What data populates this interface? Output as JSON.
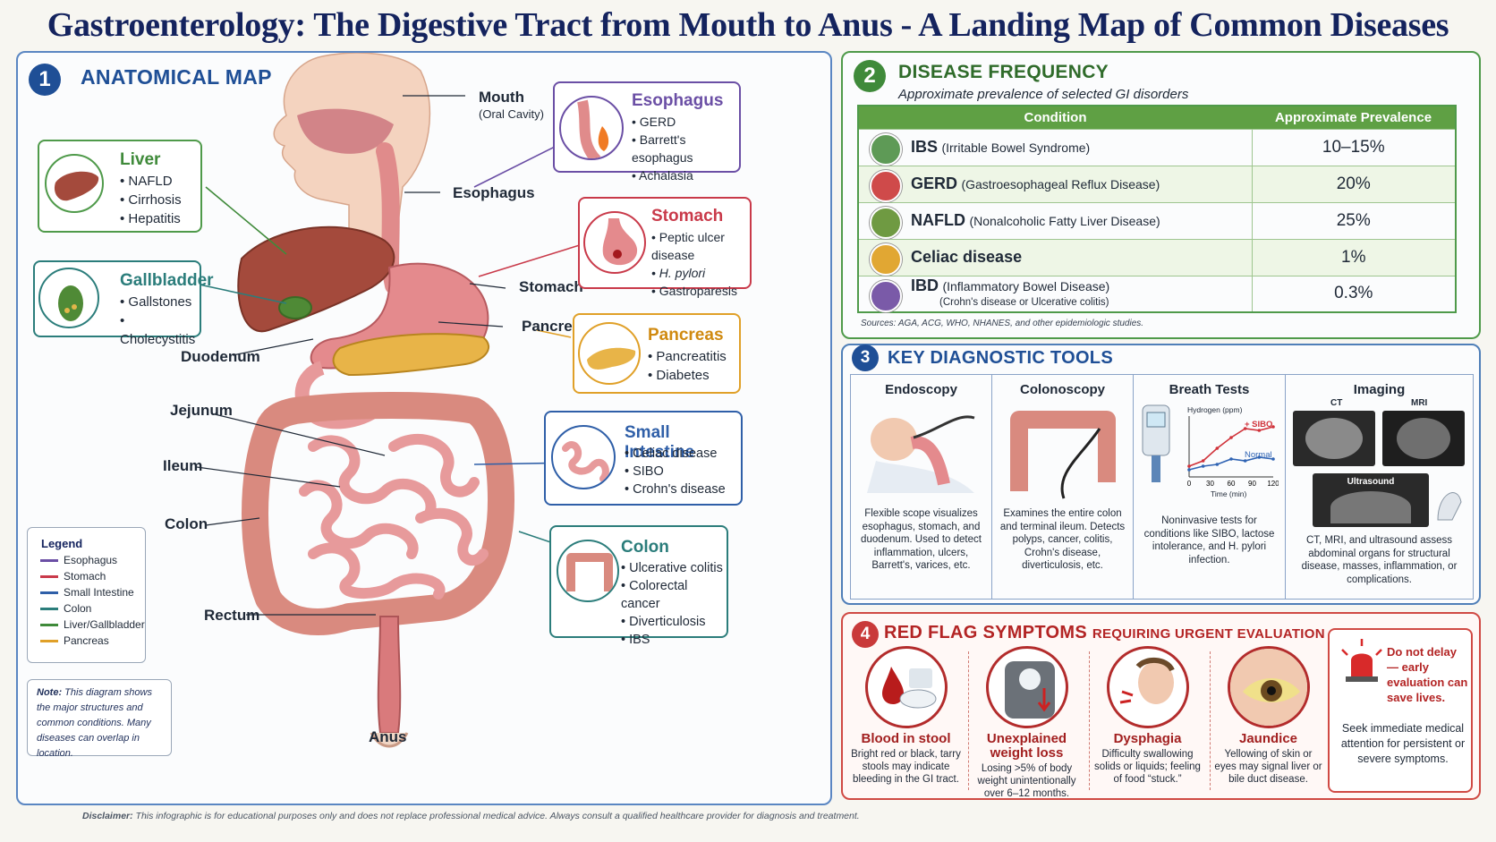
{
  "title": "Gastroenterology: The Digestive Tract from Mouth to Anus - A Landing Map of Common Diseases",
  "section1": {
    "number": "1",
    "title": "ANATOMICAL MAP",
    "labels": {
      "mouth": "Mouth",
      "mouth_sub": "(Oral Cavity)",
      "esophagus": "Esophagus",
      "stomach": "Stomach",
      "pancreas": "Pancreas",
      "duodenum": "Duodenum",
      "jejunum": "Jejunum",
      "ileum": "Ileum",
      "colon": "Colon",
      "rectum": "Rectum",
      "anus": "Anus"
    },
    "callouts": {
      "liver": {
        "name": "Liver",
        "items": [
          "NAFLD",
          "Cirrhosis",
          "Hepatitis"
        ]
      },
      "gallbladder": {
        "name": "Gallbladder",
        "items": [
          "Gallstones",
          "Cholecystitis"
        ]
      },
      "esophagus": {
        "name": "Esophagus",
        "items": [
          "GERD",
          "Barrett's esophagus",
          "Achalasia"
        ]
      },
      "stomach": {
        "name": "Stomach",
        "items": [
          "Peptic ulcer disease",
          "H. pylori",
          "Gastroparesis"
        ]
      },
      "pancreas": {
        "name": "Pancreas",
        "items": [
          "Pancreatitis",
          "Diabetes"
        ]
      },
      "small_intestine": {
        "name": "Small Intestine",
        "items": [
          "Celiac disease",
          "SIBO",
          "Crohn's disease"
        ]
      },
      "colon": {
        "name": "Colon",
        "items": [
          "Ulcerative colitis",
          "Colorectal cancer",
          "Diverticulosis",
          "IBS"
        ]
      }
    },
    "legend": {
      "title": "Legend",
      "items": [
        {
          "label": "Esophagus",
          "color": "#6b4fa5"
        },
        {
          "label": "Stomach",
          "color": "#c93a4a"
        },
        {
          "label": "Small Intestine",
          "color": "#2f5fa8"
        },
        {
          "label": "Colon",
          "color": "#2b7d7b"
        },
        {
          "label": "Liver/Gallbladder",
          "color": "#3f8a3a"
        },
        {
          "label": "Pancreas",
          "color": "#e0a028"
        }
      ]
    },
    "note_bold": "Note:",
    "note_text": " This diagram shows the major structures and common conditions. Many diseases can overlap in location."
  },
  "section2": {
    "number": "2",
    "title": "DISEASE FREQUENCY",
    "subtitle": "Approximate prevalence of selected GI disorders",
    "headers": [
      "Condition",
      "Approximate Prevalence"
    ],
    "rows": [
      {
        "abbr": "IBS",
        "full": "(Irritable Bowel Syndrome)",
        "extra": "",
        "prevalence": "10–15%",
        "icon": "intestine-icon",
        "icon_color": "#5e9a56"
      },
      {
        "abbr": "GERD",
        "full": "(Gastroesophageal Reflux Disease)",
        "extra": "",
        "prevalence": "20%",
        "icon": "stomach-icon",
        "icon_color": "#cf4a4a"
      },
      {
        "abbr": "NAFLD",
        "full": "(Nonalcoholic Fatty Liver Disease)",
        "extra": "",
        "prevalence": "25%",
        "icon": "liver-icon",
        "icon_color": "#6f9a42"
      },
      {
        "abbr": "Celiac disease",
        "full": "",
        "extra": "",
        "prevalence": "1%",
        "icon": "wheat-icon",
        "icon_color": "#e1a733"
      },
      {
        "abbr": "IBD",
        "full": "(Inflammatory Bowel Disease)",
        "extra": "(Crohn's disease or Ulcerative colitis)",
        "prevalence": "0.3%",
        "icon": "colon-icon",
        "icon_color": "#7a5aa8"
      }
    ],
    "sources": "Sources: AGA, ACG, WHO, NHANES, and other epidemiologic studies."
  },
  "section3": {
    "number": "3",
    "title": "KEY DIAGNOSTIC TOOLS",
    "tools": [
      {
        "name": "Endoscopy",
        "desc": "Flexible scope visualizes esophagus, stomach, and duodenum. Used to detect inflammation, ulcers, Barrett's, varices, etc."
      },
      {
        "name": "Colonoscopy",
        "desc": "Examines the entire colon and terminal ileum. Detects polyps, cancer, colitis, Crohn's disease, diverticulosis, etc."
      },
      {
        "name": "Breath Tests",
        "desc": "Noninvasive tests for conditions like SIBO, lactose intolerance, and H. pylori infection."
      },
      {
        "name": "Imaging",
        "desc": "CT, MRI, and ultrasound assess abdominal organs for structural disease, masses, inflammation, or complications."
      }
    ],
    "breath_chart": {
      "y_label": "Hydrogen (ppm)",
      "x_label": "Time (min)",
      "x_ticks": [
        "0",
        "30",
        "60",
        "90",
        "120"
      ],
      "series": [
        {
          "name": "+ SIBO",
          "color": "#d0323a"
        },
        {
          "name": "Normal",
          "color": "#2f63b3"
        }
      ]
    },
    "imaging_labels": {
      "ct": "CT",
      "mri": "MRI",
      "ultrasound": "Ultrasound"
    }
  },
  "section4": {
    "number": "4",
    "title_main": "RED FLAG SYMPTOMS",
    "title_rest": "REQUIRING URGENT EVALUATION",
    "symptoms": [
      {
        "name": "Blood in stool",
        "desc": "Bright red or black, tarry stools may indicate bleeding in the GI tract."
      },
      {
        "name": "Unexplained weight loss",
        "desc": "Losing >5% of body weight unintentionally over 6–12 months."
      },
      {
        "name": "Dysphagia",
        "desc": "Difficulty swallowing solids or liquids; feeling of food “stuck.”"
      },
      {
        "name": "Jaundice",
        "desc": "Yellowing of skin or eyes may signal liver or bile duct disease."
      }
    ],
    "urgent_title": "Do not delay — early evaluation can save lives.",
    "urgent_text": "Seek immediate medical attention for persistent or severe symptoms."
  },
  "disclaimer_bold": "Disclaimer:",
  "disclaimer_text": " This infographic is for educational purposes only and does not replace professional medical advice. Always consult a qualified healthcare provider for diagnosis and treatment."
}
